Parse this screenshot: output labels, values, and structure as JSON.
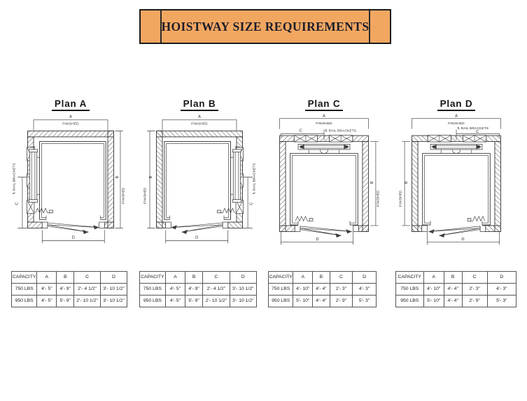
{
  "banner": {
    "title": "HOISTWAY SIZE REQUIREMENTS"
  },
  "colors": {
    "banner_bg": "#F2A761",
    "banner_text": "#1D1D2B",
    "line": "#3D3D3D"
  },
  "plans": [
    {
      "title": "Plan A",
      "dim_a": "A",
      "finished_top": "FINISHED",
      "dim_b": "B",
      "finished_side": "FINISHED",
      "dim_c": "C",
      "dim_d": "D",
      "rail_label": "℄ RAIL BRACKETS"
    },
    {
      "title": "Plan B",
      "dim_a": "A",
      "finished_top": "FINISHED",
      "dim_b": "B",
      "finished_side": "FINISHED",
      "dim_c": "C",
      "dim_d": "D",
      "rail_label": "℄ RAIL BRACKETS"
    },
    {
      "title": "Plan C",
      "dim_a": "A",
      "finished_top": "FINISHED",
      "dim_b": "B",
      "finished_side": "FINISHED",
      "dim_c": "C",
      "dim_d": "D",
      "rail_label": "℄ RAIL BRACKETS"
    },
    {
      "title": "Plan D",
      "dim_a": "A",
      "finished_top": "FINISHED",
      "dim_b": "B",
      "finished_side": "FINISHED",
      "dim_c": "C",
      "dim_d": "D",
      "rail_label": "℄ RAIL BRACKETS"
    }
  ],
  "tables": [
    {
      "headers": [
        "CAPACITY",
        "A",
        "B",
        "C",
        "D"
      ],
      "rows": [
        [
          "750 LBS",
          "4'- 5\"",
          "4'- 9\"",
          "2'- 4 1/2\"",
          "3'- 10 1/2\""
        ],
        [
          "950 LBS",
          "4'- 5\"",
          "5'- 9\"",
          "2'- 10 1/2\"",
          "3'- 10 1/2\""
        ]
      ]
    },
    {
      "headers": [
        "CAPACITY",
        "A",
        "B",
        "C",
        "D"
      ],
      "rows": [
        [
          "750 LBS",
          "4'- 5\"",
          "4'- 9\"",
          "2'- 4 1/2\"",
          "3'- 10 1/2\""
        ],
        [
          "950 LBS",
          "4'- 5\"",
          "5'- 9\"",
          "2'- 10 1/2\"",
          "3'- 10 1/2\""
        ]
      ]
    },
    {
      "headers": [
        "CAPACITY",
        "A",
        "B",
        "C",
        "D"
      ],
      "rows": [
        [
          "750 LBS",
          "4'- 10\"",
          "4'- 4\"",
          "2'- 3\"",
          "4'- 3\""
        ],
        [
          "950 LBS",
          "5'- 10\"",
          "4'- 4\"",
          "2'- 9\"",
          "5'- 3\""
        ]
      ]
    },
    {
      "headers": [
        "CAPACITY",
        "A",
        "B",
        "C",
        "D"
      ],
      "rows": [
        [
          "750 LBS",
          "4'- 10\"",
          "4'- 4\"",
          "2'- 3\"",
          "4'- 3\""
        ],
        [
          "950 LBS",
          "5'- 10\"",
          "4'- 4\"",
          "2'- 9\"",
          "5'- 3\""
        ]
      ]
    }
  ]
}
